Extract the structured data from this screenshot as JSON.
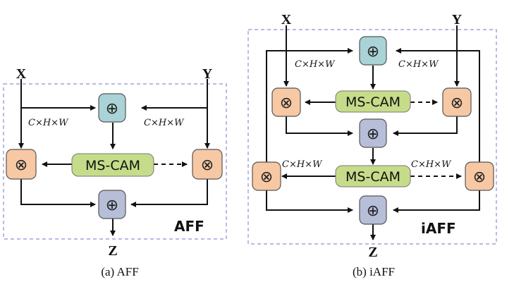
{
  "diagram_a": {
    "input_x": "X",
    "input_y": "Y",
    "output_z": "Z",
    "dim_left": "C×H×W",
    "dim_right": "C×H×W",
    "module": "MS-CAM",
    "tag": "AFF",
    "caption": "(a) AFF"
  },
  "diagram_b": {
    "input_x": "X",
    "input_y": "Y",
    "output_z": "Z",
    "dim_top_left": "C×H×W",
    "dim_top_right": "C×H×W",
    "dim_mid_left": "C×H×W",
    "dim_mid_right": "C×H×W",
    "module_1": "MS-CAM",
    "module_2": "MS-CAM",
    "tag": "iAFF",
    "caption": "(b) iAFF"
  },
  "symbols": {
    "add": "⊕",
    "multiply": "⊗"
  },
  "colors": {
    "add_node": "#a9d3d6",
    "add_node_lower": "#b7bed8",
    "mul_node": "#f7c8a4",
    "ms_cam": "#c6dc8a",
    "frame": "#8b8fd6"
  }
}
